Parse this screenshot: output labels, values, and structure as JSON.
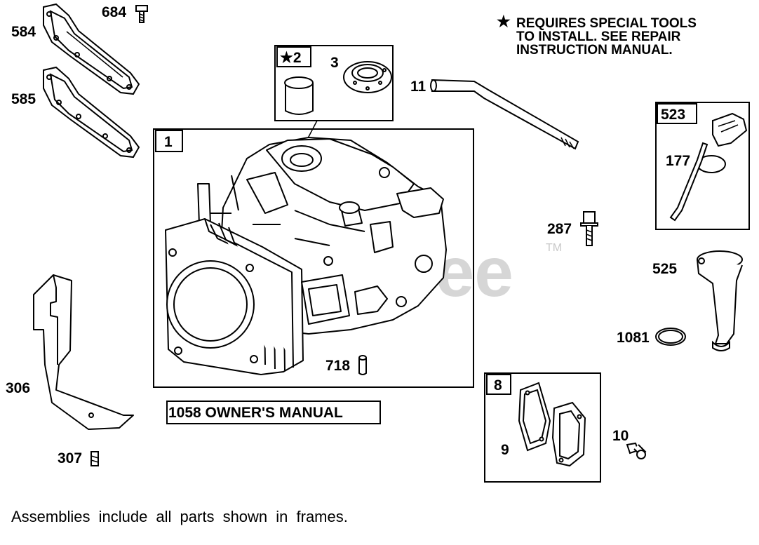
{
  "watermark": {
    "text": "PartsTree",
    "tm": "TM"
  },
  "note": {
    "star": "★",
    "lines": [
      "REQUIRES SPECIAL TOOLS",
      "TO INSTALL.  SEE REPAIR",
      "INSTRUCTION MANUAL."
    ]
  },
  "frames": {
    "cylinder_assembly": "1",
    "bushing_assembly": "★2",
    "dipstick_assembly": "523",
    "breather_assembly": "8"
  },
  "parts": {
    "p684": "684",
    "p584": "584",
    "p585": "585",
    "p3": "3",
    "p11": "11",
    "p177": "177",
    "p287": "287",
    "p525": "525",
    "p1081": "1081",
    "p718": "718",
    "p306": "306",
    "p307": "307",
    "p9": "9",
    "p10": "10"
  },
  "manual_label": "1058 OWNER'S MANUAL",
  "footer": "Assemblies include all parts shown in frames.",
  "colors": {
    "ink": "#000000",
    "watermark": "#c8c8c8",
    "paper": "#ffffff"
  }
}
